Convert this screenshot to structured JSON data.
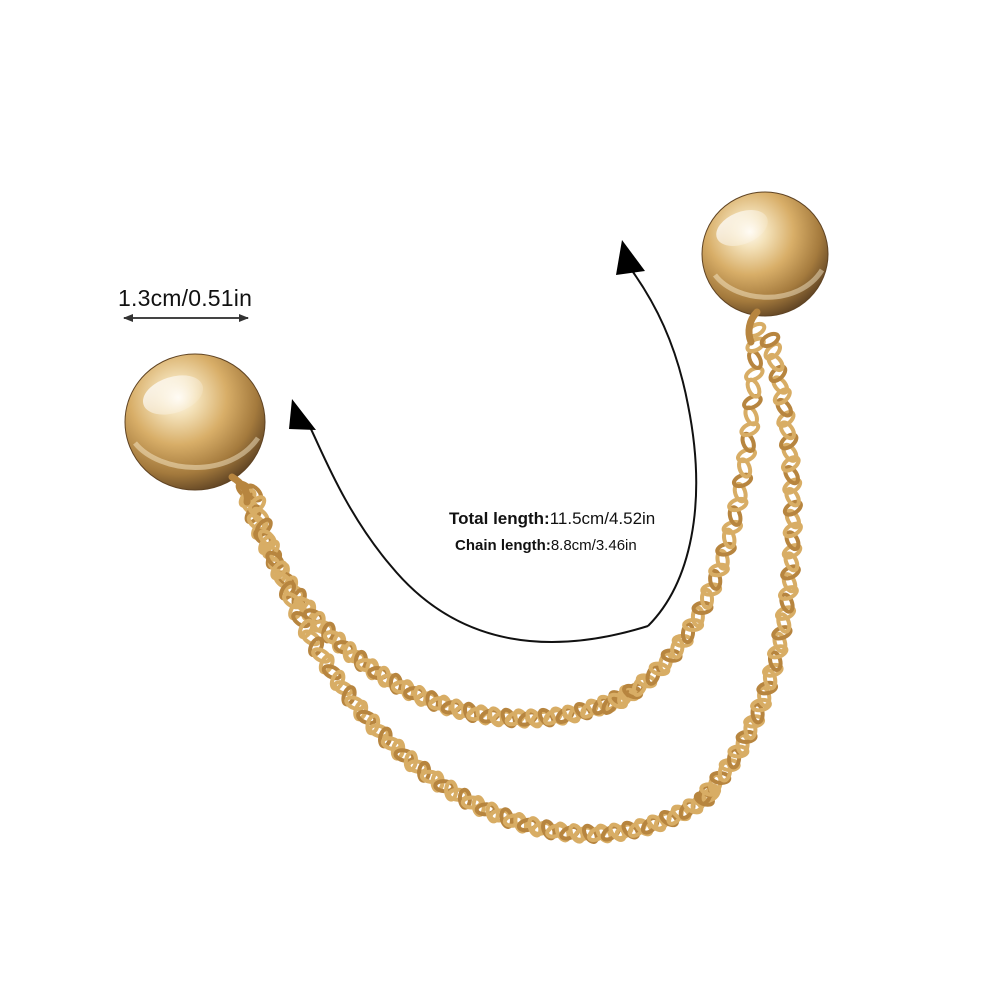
{
  "product": {
    "name": "gold-tone double chain collar brooch"
  },
  "annotations": {
    "diameter": "1.3cm/0.51in",
    "total_length_key": "Total length:",
    "total_length_value": "11.5cm/4.52in",
    "chain_length_key": "Chain length:",
    "chain_length_value": "8.8cm/3.46in"
  },
  "colors": {
    "background": "#ffffff",
    "gold_highlight": "#fffaf0",
    "gold_light": "#ead39a",
    "gold_mid": "#c99b53",
    "gold_dark": "#7a5830",
    "text": "#111111"
  }
}
